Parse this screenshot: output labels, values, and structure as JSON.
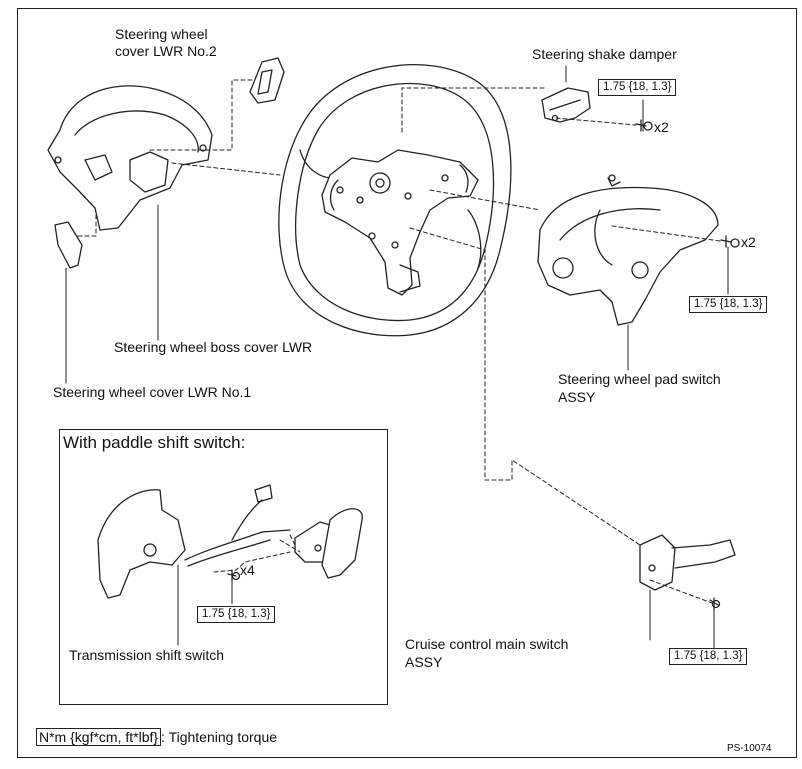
{
  "labels": {
    "cover_no2": [
      "Steering wheel",
      "cover LWR No.2"
    ],
    "shake_damper": "Steering shake damper",
    "boss_cover": "Steering wheel boss cover LWR",
    "cover_no1": "Steering wheel cover LWR No.1",
    "pad_switch": [
      "Steering wheel pad switch",
      "ASSY"
    ],
    "cruise_switch": [
      "Cruise control main switch",
      "ASSY"
    ],
    "transmission_switch": "Transmission shift switch"
  },
  "inset": {
    "title": "With paddle shift switch:"
  },
  "torque": {
    "damper": "1.75 {18, 1.3}",
    "pad": "1.75 {18, 1.3}",
    "paddle": "1.75 {18, 1.3}",
    "cruise": "1.75 {18, 1.3}"
  },
  "multipliers": {
    "damper": "x2",
    "pad": "x2",
    "paddle": "x4"
  },
  "legend": {
    "unit": "N*m {kgf*cm, ft*lbf}",
    "text": ": Tightening torque"
  },
  "doc_id": "PS-10074"
}
